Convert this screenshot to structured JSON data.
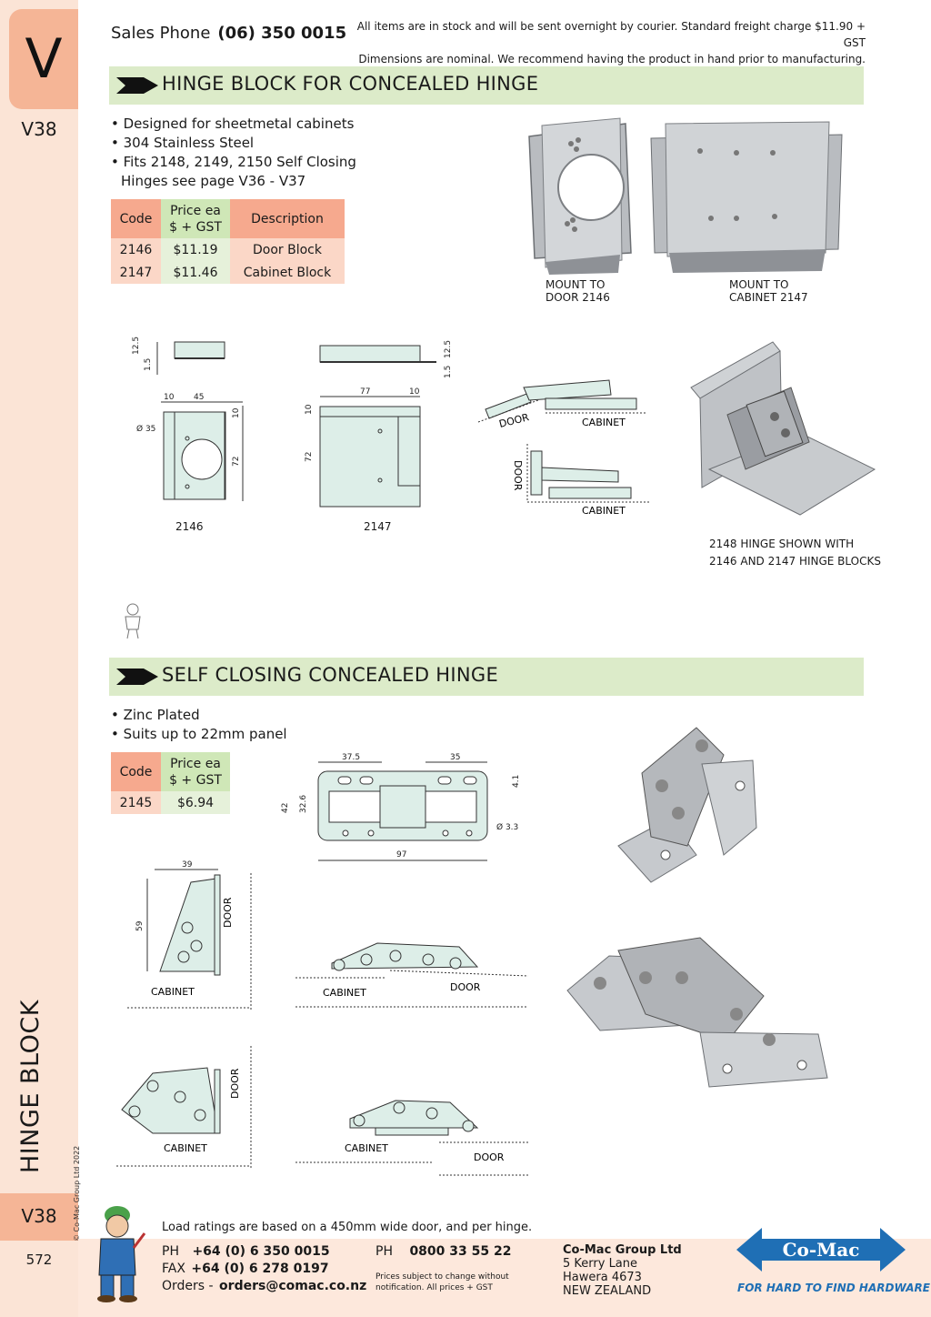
{
  "sidebar": {
    "letter": "V",
    "page_code": "V38",
    "vertical_title": "HINGE BLOCK",
    "page_number": "572",
    "copyright": "© Co-Mac Group Ltd 2022"
  },
  "header": {
    "sales_label": "Sales Phone",
    "sales_number": "(06) 350 0015",
    "note_line1": "All items are in stock and will be sent overnight by courier. Standard freight charge $11.90 + GST",
    "note_line2": "Dimensions are nominal. We recommend having the product in hand prior to manufacturing."
  },
  "section1": {
    "title": "HINGE BLOCK FOR CONCEALED HINGE",
    "features": [
      "• Designed for sheetmetal cabinets",
      "• 304 Stainless Steel",
      "• Fits 2148, 2149, 2150 Self Closing",
      "Hinges see page V36 - V37"
    ],
    "table": {
      "headers": {
        "code": "Code",
        "price_line1": "Price ea",
        "price_line2": "$ + GST",
        "description": "Description"
      },
      "rows": [
        {
          "code": "2146",
          "price": "$11.19",
          "description": "Door Block"
        },
        {
          "code": "2147",
          "price": "$11.46",
          "description": "Cabinet Block"
        }
      ]
    },
    "photo_captions": {
      "door_line1": "MOUNT TO",
      "door_line2": "DOOR 2146",
      "cabinet_line1": "MOUNT TO",
      "cabinet_line2": "CABINET 2147"
    },
    "drawing_labels": {
      "part_2146": "2146",
      "part_2147": "2147",
      "door": "DOOR",
      "cabinet": "CABINET"
    },
    "dimensions_2146": {
      "height": "12.5",
      "thickness": "1.5",
      "offset": "10",
      "width": "45",
      "hole": "Ø 35",
      "top": "10",
      "length": "72"
    },
    "dimensions_2147": {
      "width": "77",
      "offset": "10",
      "height": "12.5",
      "thickness": "1.5",
      "top": "10",
      "length": "72"
    },
    "assembly_caption_line1": "2148 HINGE SHOWN WITH",
    "assembly_caption_line2": "2146 AND 2147 HINGE BLOCKS"
  },
  "section2": {
    "title": "SELF CLOSING CONCEALED HINGE",
    "features": [
      "• Zinc Plated",
      "• Suits up to 22mm panel"
    ],
    "table": {
      "headers": {
        "code": "Code",
        "price_line1": "Price ea",
        "price_line2": "$ + GST"
      },
      "rows": [
        {
          "code": "2145",
          "price": "$6.94"
        }
      ]
    },
    "dimensions": {
      "left_leaf": "37.5",
      "right_leaf": "35",
      "total_length": "97",
      "height": "42",
      "inner_height": "32.6",
      "hole_offset": "4.1",
      "hole": "Ø 3.3",
      "side_width": "39",
      "side_height": "59"
    },
    "drawing_labels": {
      "door": "DOOR",
      "cabinet": "CABINET"
    }
  },
  "footer": {
    "load_note": "Load ratings are based on a 450mm wide door, and per hinge.",
    "ph_label": "PH",
    "ph_number": "+64 (0) 6 350 0015",
    "fax_label": "FAX",
    "fax_number": "+64 (0) 6 278 0197",
    "orders_label": "Orders -",
    "orders_email": "orders@comac.co.nz",
    "ph2_label": "PH",
    "freephone": "0800 33 55 22",
    "price_note_line1": "Prices subject to change without",
    "price_note_line2": "notification. All prices + GST",
    "company": "Co-Mac Group Ltd",
    "address": [
      "5 Kerry Lane",
      "Hawera 4673",
      "NEW ZEALAND"
    ],
    "logo_text": "Co-Mac",
    "tagline": "FOR HARD TO FIND HARDWARE"
  },
  "colors": {
    "sidebar": "#fbe4d6",
    "tab": "#f5b596",
    "banner": "#dcebc9",
    "logo_blue": "#1f6fb5"
  }
}
